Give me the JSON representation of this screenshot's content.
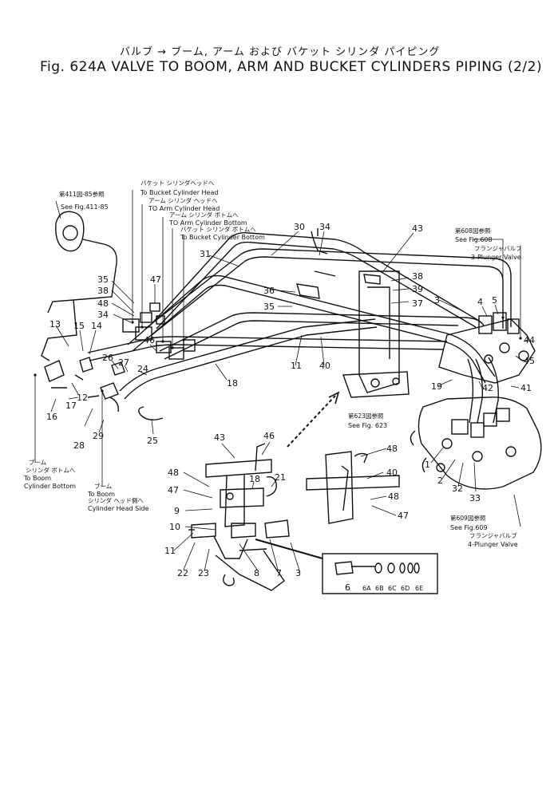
{
  "header": {
    "japanese_title": "バルブ → ブーム, アーム および バケット シリンダ パイピング",
    "title": "Fig. 624A VALVE TO BOOM, ARM AND BUCKET CYLINDERS PIPING (2/2)"
  },
  "notes": {
    "ref_411_jp": "第411図-85参照",
    "ref_411": "See Fig.411-85",
    "bucket_head_jp": "バケット シリンダヘッドへ",
    "bucket_head": "To Bucket Cylinder Head",
    "arm_head_jp": "アーム シリンダ ヘッドへ",
    "arm_head": "TO Arm Cylinder Head",
    "arm_bottom_jp": "アーム シリンダ ボトムへ",
    "arm_bottom": "TO Arm Cylinder Bottom",
    "bucket_bottom_jp": "バケット シリンダ ボトムへ",
    "bucket_bottom": "To Bucket Cylinder Bottom",
    "ref_608_jp": "第608図参照",
    "ref_608": "See Fig.608",
    "flange_valve_jp": "フランジャバルブ",
    "valve3": "3-Plunger Valve",
    "ref_623_jp": "第623図参照",
    "ref_623": "See Fig. 623",
    "ref_609_jp": "第609図参照",
    "ref_609": "See Fig.609",
    "valve4": "4-Plunger Valve",
    "boom_bottom_jp1": "ブーム",
    "boom_bottom_jp2": "シリンダ ボトムへ",
    "boom_bottom_1": "To Boom",
    "boom_bottom_2": "Cylinder Bottom",
    "boom_head_jp1": "ブーム",
    "boom_head_jp2": "シリンダ ヘッド側へ",
    "boom_head_1": "To Boom",
    "boom_head_2": "Cylinder Head Side"
  },
  "callouts": {
    "c30": "30",
    "c34a": "34",
    "c43a": "43",
    "c31": "31",
    "c35a": "35",
    "c38a": "38",
    "c48a": "48",
    "c47a": "47",
    "c34b": "34",
    "c36": "36",
    "c35b": "35",
    "c38b": "38",
    "c39": "39",
    "c37": "37",
    "c3a": "3",
    "c4a": "4",
    "c5": "5",
    "c44": "44",
    "c13": "13",
    "c15": "15",
    "c14": "14",
    "c26": "26",
    "c27": "27",
    "c24": "24",
    "c46a": "46",
    "c11a": "11",
    "c40a": "40",
    "c45": "45",
    "c41": "41",
    "c42": "42",
    "c19": "19",
    "c18a": "18",
    "c12": "12",
    "c16": "16",
    "c17": "17",
    "c28": "28",
    "c29": "29",
    "c25": "25",
    "c43b": "43",
    "c46b": "46",
    "c18b": "18",
    "c21": "21",
    "c48b": "48",
    "c47b": "47",
    "c9": "9",
    "c10": "10",
    "c11b": "11",
    "c22": "22",
    "c23": "23",
    "c8": "8",
    "c7": "7",
    "c3b": "3",
    "c48c": "48",
    "c40b": "40",
    "c48d": "48",
    "c47c": "47",
    "c1": "1",
    "c2": "2",
    "c32": "32",
    "c33": "33",
    "c6": "6",
    "c6a": "6A",
    "c6b": "6B",
    "c6c": "6C",
    "c6d": "6D",
    "c6e": "6E"
  }
}
